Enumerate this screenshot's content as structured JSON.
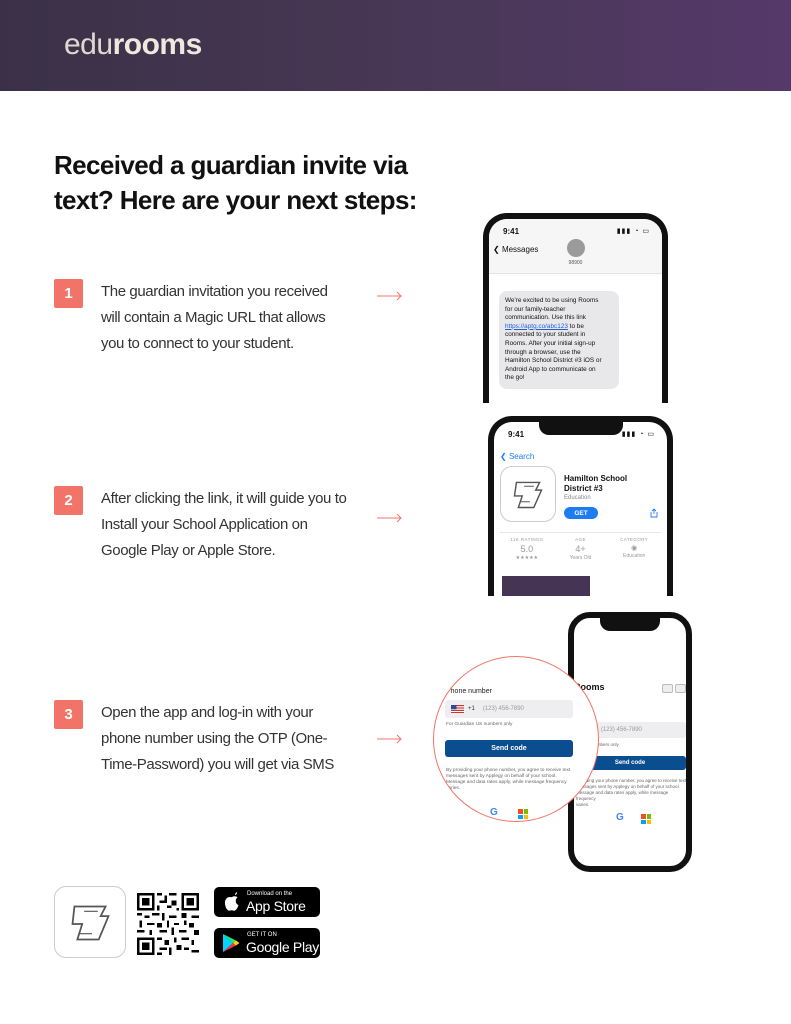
{
  "header": {
    "logo_thin": "edu",
    "logo_bold": "rooms"
  },
  "title": {
    "line1": "Received a guardian invite via",
    "line2": "text? Here are your next steps:"
  },
  "colors": {
    "accent": "#f27468",
    "header": "#3b3147",
    "send_button": "#0b4e8f",
    "ios_blue": "#1d7cf2"
  },
  "steps": [
    {
      "number": "1",
      "lines": [
        "The guardian invitation you received",
        "will contain a Magic URL that allows",
        "you to connect to your student."
      ]
    },
    {
      "number": "2",
      "lines": [
        "After clicking the link, it will guide you to",
        "Install your School Application on",
        "Google Play or Apple Store."
      ]
    },
    {
      "number": "3",
      "lines": [
        "Open the app and log-in with your",
        "phone number using the OTP (One-",
        "Time-Password) you will get via SMS"
      ]
    }
  ],
  "phone1": {
    "time": "9:41",
    "back_label": "Messages",
    "sender": "98900",
    "message_lines": [
      "We're excited to be using Rooms",
      "for our family-teacher",
      "communication. Use this link"
    ],
    "message_link": "https://aptg.co/abc123",
    "message_link_suffix": " to be",
    "message_rest": [
      "connected to your student in",
      "Rooms. After your initial sign-up",
      "through a browser, use the",
      "Hamilton School District #3 iOS or",
      "Android App to communicate on",
      "the go!"
    ]
  },
  "phone2": {
    "time": "9:41",
    "back_label": "Search",
    "app_name_line1": "Hamilton School",
    "app_name_line2": "District #3",
    "app_category_sub": "Education",
    "get_label": "GET",
    "stats": [
      {
        "label": "11K RATINGS",
        "value": "5.0",
        "sub": "★★★★★"
      },
      {
        "label": "AGE",
        "value": "4+",
        "sub": "Years Old"
      },
      {
        "label": "CATEGORY",
        "value": "",
        "sub": "Education"
      }
    ]
  },
  "phone3": {
    "app_title": "Rooms",
    "phone_placeholder": "(123) 456-7890",
    "country_code": "+1",
    "note_partial": "nber US numbers only",
    "send_label": "Send code",
    "legal_lines": [
      "providing your phone number, you agree to receive text",
      "messages sent by Applegy on behalf of your school.",
      "Message and data rates apply, while message frequency",
      "varies."
    ]
  },
  "zoom": {
    "field_label": "Phone number",
    "country_code": "+1",
    "phone_placeholder": "(123) 456-7890",
    "note": "For Guardian US numbers only",
    "send_label": "Send code",
    "legal_lines": [
      "By providing your phone number, you agree to receive text",
      "messages sent by Applegy on behalf of your school.",
      "Message and data rates apply, while message frequency",
      "varies."
    ]
  },
  "stores": {
    "apple_line1": "Download on the",
    "apple_line2": "App Store",
    "google_line1": "GET IT ON",
    "google_line2": "Google Play"
  }
}
